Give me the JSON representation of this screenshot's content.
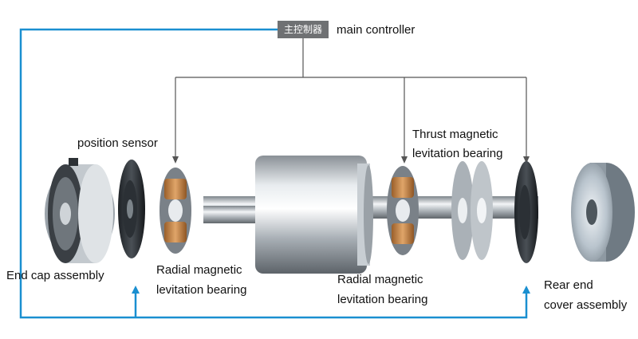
{
  "controller": {
    "box_text": "主控制器",
    "label": "main controller"
  },
  "labels": {
    "position_sensor": "position sensor",
    "end_cap_assembly": "End cap assembly",
    "radial_bearing_left": [
      "Radial magnetic",
      "levitation bearing"
    ],
    "radial_bearing_right": [
      "Radial magnetic",
      "levitation bearing"
    ],
    "thrust_bearing": [
      "Thrust magnetic",
      "levitation bearing"
    ],
    "rear_end_cover": [
      "Rear end",
      "cover assembly"
    ]
  },
  "colors": {
    "feedback_line": "#1a8fd0",
    "control_line": "#555555",
    "controller_box": "#6f7173",
    "copper": "#c98a4b"
  }
}
